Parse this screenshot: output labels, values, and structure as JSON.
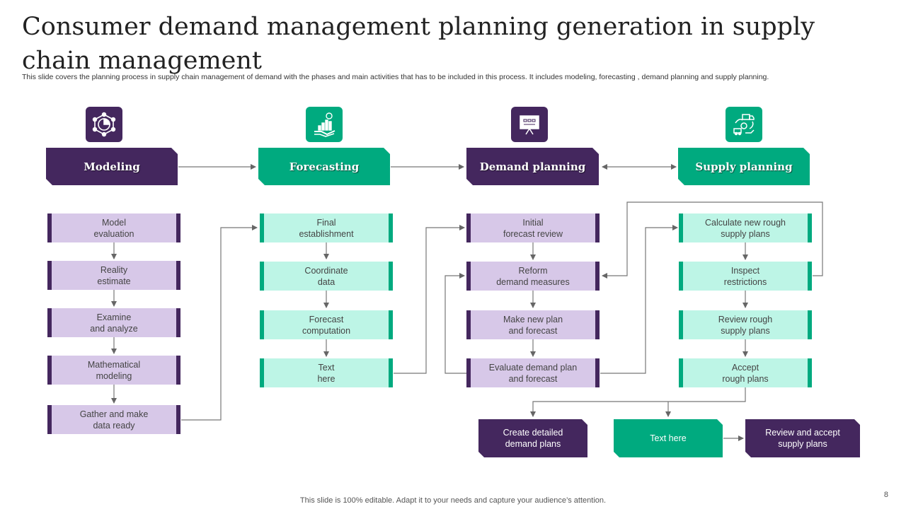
{
  "title": "Consumer demand management planning generation in supply chain management",
  "subtitle": "This slide covers the planning process in supply chain management of demand with the phases and main activities that has to be included in this process. It includes modeling, forecasting ,  demand planning and supply planning.",
  "colors": {
    "purple": "#44275e",
    "green": "#00aa7f",
    "lavender": "#d7c8e8",
    "mint": "#bdf5e6"
  },
  "phases": [
    {
      "label": "Modeling",
      "icon": "network-icon"
    },
    {
      "label": "Forecasting",
      "icon": "growth-chart-hand-icon"
    },
    {
      "label": "Demand planning",
      "icon": "presentation-board-icon"
    },
    {
      "label": "Supply planning",
      "icon": "delivery-truck-icon"
    }
  ],
  "modeling_steps": [
    "Model\nevaluation",
    "Reality\nestimate",
    "Examine\nand analyze",
    "Mathematical\nmodeling",
    "Gather and make\ndata ready"
  ],
  "forecasting_steps": [
    "Final\nestablishment",
    "Coordinate\ndata",
    "Forecast\ncomputation",
    "Text\nhere"
  ],
  "demand_steps": [
    "Initial\nforecast review",
    "Reform\ndemand measures",
    "Make new plan\nand forecast",
    "Evaluate demand plan\nand forecast"
  ],
  "supply_steps": [
    "Calculate new rough\nsupply plans",
    "Inspect\nrestrictions",
    "Review  rough\nsupply plans",
    "Accept\nrough plans"
  ],
  "outputs": [
    "Create detailed\ndemand plans",
    "Text here",
    "Review  and accept\nsupply plans"
  ],
  "footer": "This slide is 100% editable. Adapt it to your needs and capture your audience’s attention.",
  "page_number": "8"
}
